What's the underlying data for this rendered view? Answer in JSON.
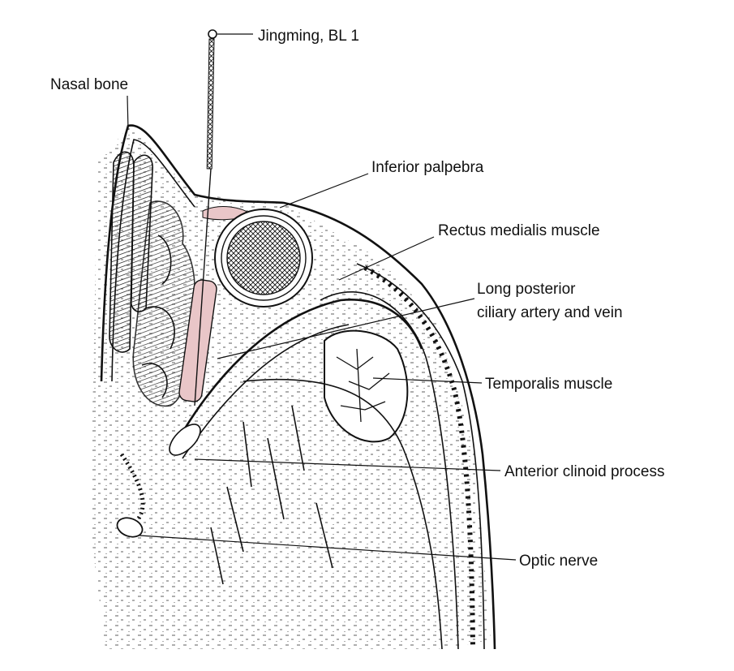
{
  "labels": {
    "jingming": "Jingming, BL 1",
    "nasal_bone": "Nasal bone",
    "inferior_palpebra": "Inferior palpebra",
    "rectus_medialis": "Rectus medialis muscle",
    "ciliary_line1": "Long posterior",
    "ciliary_line2": "ciliary artery and vein",
    "temporalis": "Temporalis muscle",
    "anterior_clinoid": "Anterior clinoid process",
    "optic_nerve": "Optic nerve"
  },
  "colors": {
    "ink": "#111111",
    "muscle_tint": "#e9c6c8"
  }
}
